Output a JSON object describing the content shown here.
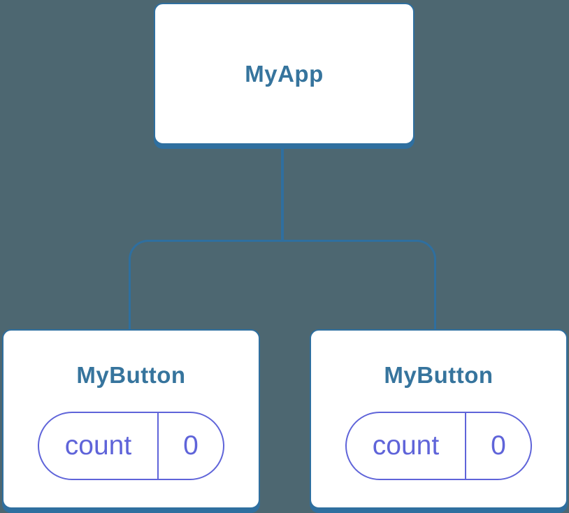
{
  "diagram": {
    "type": "component-tree",
    "colors": {
      "background": "#4D6771",
      "node_stroke": "#2F6F9F",
      "node_fill": "#FFFFFF",
      "title_text": "#36749D",
      "state_accent": "#5F64D9"
    },
    "root": {
      "label": "MyApp"
    },
    "children": [
      {
        "label": "MyButton",
        "state": {
          "name": "count",
          "value": "0"
        }
      },
      {
        "label": "MyButton",
        "state": {
          "name": "count",
          "value": "0"
        }
      }
    ]
  }
}
